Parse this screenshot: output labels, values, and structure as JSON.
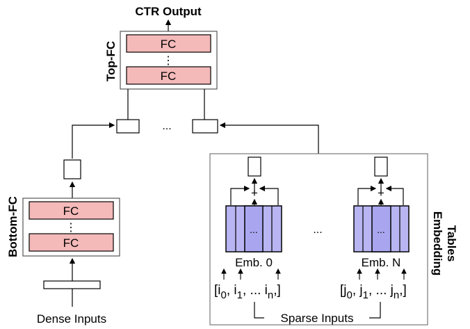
{
  "top": {
    "output_label": "CTR Output",
    "group_label": "Top-FC",
    "fc_label": "FC",
    "dots": "⋮"
  },
  "bottom": {
    "group_label": "Bottom-FC",
    "fc_label": "FC",
    "dots": "⋮",
    "input_label": "Dense Inputs"
  },
  "interaction": {
    "dots": "..."
  },
  "embedding": {
    "group_label_line1": "Embedding",
    "group_label_line2": "Tables",
    "plus": "+",
    "inner_dots": "...",
    "between_dots": "...",
    "table0_label": "Emb. 0",
    "tableN_label": "Emb. N",
    "sparse_label": "Sparse Inputs",
    "ellipsis": "..."
  },
  "sparse_indices": {
    "left": {
      "bracket_open": "[",
      "i0": "i",
      "i0_sub": "0",
      "i1": ", i",
      "i1_sub": "1",
      "mid": ", ... i",
      "in_sub": "n",
      "bracket_close": ",]"
    },
    "right": {
      "bracket_open": "[",
      "j0": "j",
      "j0_sub": "0",
      "j1": ", j",
      "j1_sub": "1",
      "mid": ", ... j",
      "jn_sub": "n",
      "bracket_close": ",]"
    }
  },
  "colors": {
    "fc_fill": "#f4b9b9",
    "emb_fill": "#b8b5f2",
    "stroke": "#000000",
    "frame_stroke": "#555555"
  }
}
